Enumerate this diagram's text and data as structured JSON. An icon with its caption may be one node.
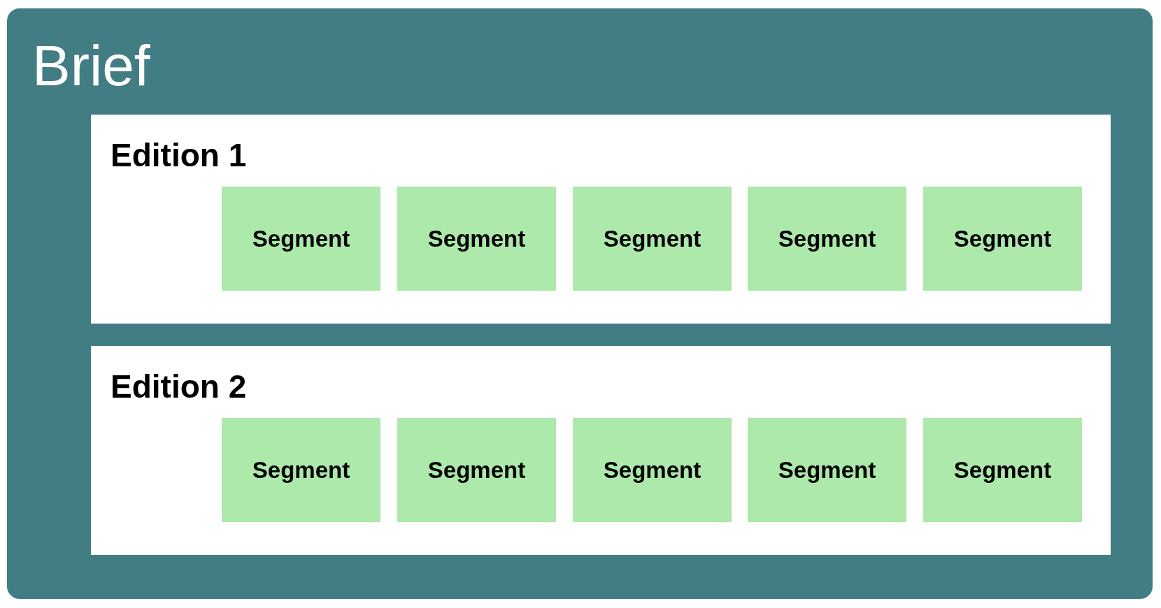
{
  "diagram": {
    "nodes": [
      {
        "text": [
          "Brief"
        ]
      },
      {
        "text": [
          "Edition 1"
        ],
        "in": 0
      },
      {
        "text": [
          "Segment"
        ],
        "in": 1
      },
      {
        "text": [
          "Segment"
        ],
        "in": 1
      },
      {
        "text": [
          "Segment"
        ],
        "in": 1
      },
      {
        "text": [
          "Segment"
        ],
        "in": 1
      },
      {
        "text": [
          "Segment"
        ],
        "in": 1
      },
      {
        "text": [
          "Edition 2"
        ],
        "in": 0
      },
      {
        "text": [
          "Segment"
        ],
        "in": 7
      },
      {
        "text": [
          "Segment"
        ],
        "in": 7
      },
      {
        "text": [
          "Segment"
        ],
        "in": 7
      },
      {
        "text": [
          "Segment"
        ],
        "in": 7
      },
      {
        "text": [
          "Segment"
        ],
        "in": 7
      }
    ],
    "edges": []
  }
}
